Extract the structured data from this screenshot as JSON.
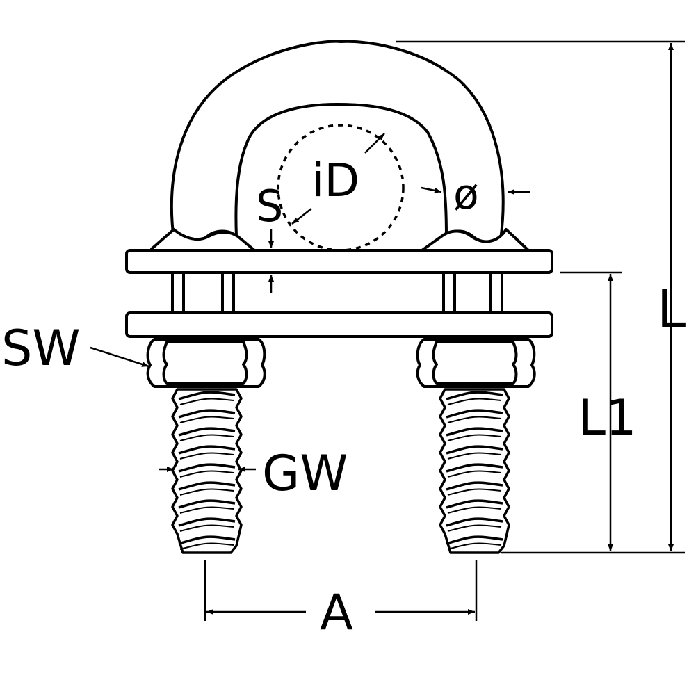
{
  "labels": {
    "l": "L",
    "l1": "L1",
    "sw": "SW",
    "gw": "GW",
    "a": "A",
    "s": "S",
    "id": "iD",
    "phi": "ø"
  },
  "colors": {
    "line": "#000000",
    "fill": "#ffffff"
  }
}
